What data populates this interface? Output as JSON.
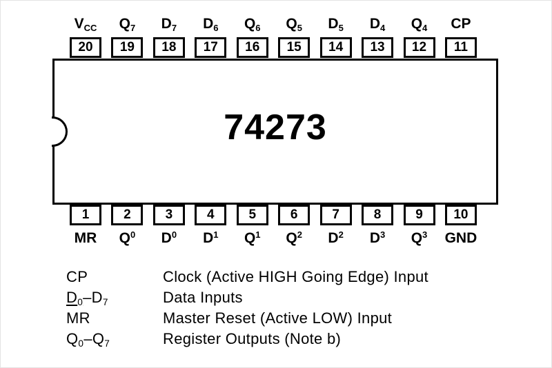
{
  "chip": {
    "title": "74273"
  },
  "pins": {
    "top": [
      {
        "num": "20",
        "base": "V",
        "sub": "CC"
      },
      {
        "num": "19",
        "base": "Q",
        "sub": "7"
      },
      {
        "num": "18",
        "base": "D",
        "sub": "7"
      },
      {
        "num": "17",
        "base": "D",
        "sub": "6"
      },
      {
        "num": "16",
        "base": "Q",
        "sub": "6"
      },
      {
        "num": "15",
        "base": "Q",
        "sub": "5"
      },
      {
        "num": "14",
        "base": "D",
        "sub": "5"
      },
      {
        "num": "13",
        "base": "D",
        "sub": "4"
      },
      {
        "num": "12",
        "base": "Q",
        "sub": "4"
      },
      {
        "num": "11",
        "base": "CP",
        "sub": ""
      }
    ],
    "bottom": [
      {
        "num": "1",
        "base": "MR",
        "sub": ""
      },
      {
        "num": "2",
        "base": "Q",
        "sub": "0"
      },
      {
        "num": "3",
        "base": "D",
        "sub": "0"
      },
      {
        "num": "4",
        "base": "D",
        "sub": "1"
      },
      {
        "num": "5",
        "base": "Q",
        "sub": "1"
      },
      {
        "num": "6",
        "base": "Q",
        "sub": "2"
      },
      {
        "num": "7",
        "base": "D",
        "sub": "2"
      },
      {
        "num": "8",
        "base": "D",
        "sub": "3"
      },
      {
        "num": "9",
        "base": "Q",
        "sub": "3"
      },
      {
        "num": "10",
        "base": "GND",
        "sub": ""
      }
    ]
  },
  "legend": {
    "rows": [
      {
        "term": {
          "b1": "CP",
          "s1": "",
          "mid": "",
          "b2": "",
          "s2": ""
        },
        "desc": "Clock (Active HIGH Going Edge) Input"
      },
      {
        "term": {
          "b1": "D",
          "s1": "0",
          "mid": "–",
          "b2": "D",
          "s2": "7"
        },
        "desc": "Data Inputs"
      },
      {
        "term": {
          "b1": "MR",
          "s1": "",
          "mid": "",
          "b2": "",
          "s2": ""
        },
        "desc": "Master Reset (Active LOW) Input"
      },
      {
        "term": {
          "b1": "Q",
          "s1": "0",
          "mid": "–",
          "b2": "Q",
          "s2": "7"
        },
        "desc": "Register Outputs (Note b)"
      }
    ]
  }
}
